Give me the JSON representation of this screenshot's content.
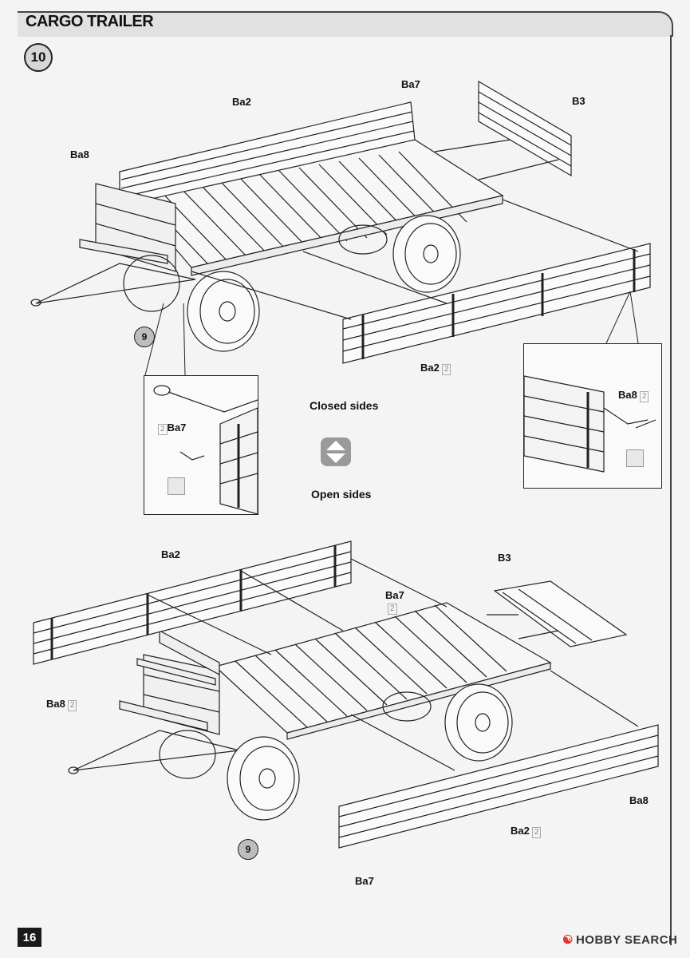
{
  "header": {
    "title": "CARGO TRAILER",
    "step_number": "10",
    "page_number": "16"
  },
  "labels": {
    "ba7": "Ba7",
    "ba2": "Ba2",
    "ba8": "Ba8",
    "b3": "B3",
    "qty2": "2"
  },
  "captions": {
    "closed_sides": "Closed sides",
    "open_sides": "Open sides"
  },
  "callouts": {
    "step9_ref": "9"
  },
  "watermark": {
    "logo_text": "HOBBY SEARCH"
  },
  "icons": [
    "toggle-arrow-icon",
    "glue-icon",
    "quantity-badge"
  ]
}
